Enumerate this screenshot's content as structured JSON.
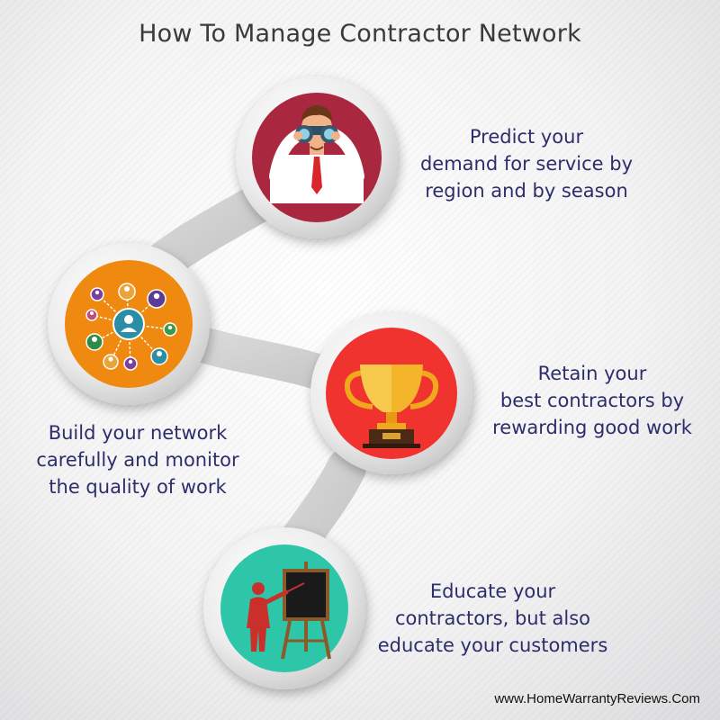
{
  "title": "How To Manage Contractor Network",
  "steps": [
    {
      "id": "predict",
      "lines": [
        "Predict your",
        "demand for service by",
        "region and by season"
      ],
      "icon": "binoculars-businessman-icon",
      "color": "#a9273f"
    },
    {
      "id": "build",
      "lines": [
        "Build your network",
        "carefully and monitor",
        "the quality of work"
      ],
      "icon": "network-people-icon",
      "color": "#f0890f"
    },
    {
      "id": "retain",
      "lines": [
        "Retain your",
        "best contractors by",
        "rewarding good work"
      ],
      "icon": "trophy-icon",
      "color": "#f0332e"
    },
    {
      "id": "educate",
      "lines": [
        "Educate your",
        "contractors, but also",
        "educate your customers"
      ],
      "icon": "presenter-blackboard-icon",
      "color": "#2ec6a8"
    }
  ],
  "footer": "www.HomeWarrantyReviews.Com"
}
